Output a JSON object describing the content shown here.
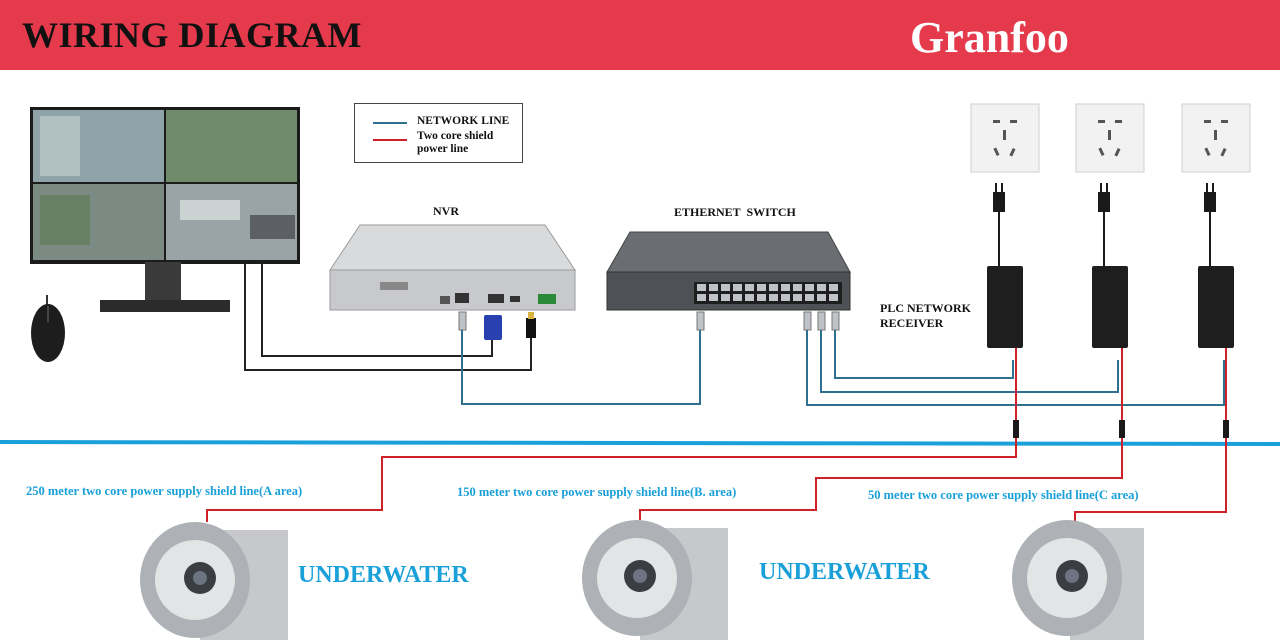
{
  "header": {
    "title": "WIRING DIAGRAM",
    "brand": "Granfoo"
  },
  "legend": {
    "items": [
      {
        "label": "NETWORK LINE",
        "color": "#2f6f8f"
      },
      {
        "label": "Two core shield",
        "label2": "power line",
        "color": "#d0202a"
      }
    ]
  },
  "labels": {
    "nvr": "NVR",
    "switch": "ETHERNET  SWITCH",
    "plc_line1": "PLC NETWORK",
    "plc_line2": "RECEIVER"
  },
  "cables": [
    "250 meter two core power supply shield line(A area)",
    "150 meter two core power supply shield line(B. area)",
    "50 meter two core power supply shield line(C area)"
  ],
  "cameras": {
    "label_left": "UNDERWATER",
    "label_right": "UNDERWATER"
  },
  "colors": {
    "accent": "#e53a4c",
    "network": "#2f6f8f",
    "power": "#d0202a",
    "water": "#1aa0d8",
    "text_blue": "#1aa0d8"
  },
  "icons": [
    "monitor-icon",
    "mouse-icon",
    "nvr-icon",
    "switch-icon",
    "wall-socket-icon",
    "power-adapter-icon",
    "plug-icon",
    "underwater-camera-icon",
    "usb-connector-icon",
    "vga-connector-icon",
    "rj45-connector-icon"
  ]
}
